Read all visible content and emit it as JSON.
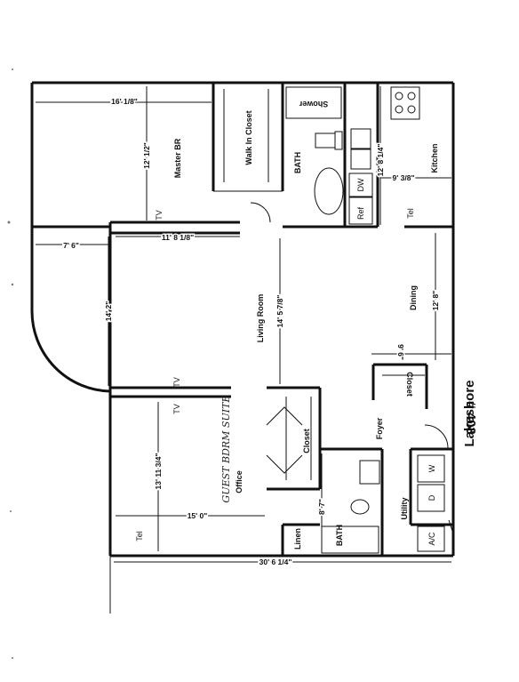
{
  "rooms": {
    "master_br": "Master BR",
    "walk_in_closet": "Walk In Closet",
    "shower": "Shower",
    "bath_1": "BATH",
    "bath_2": "BATH",
    "kitchen": "Kitchen",
    "living_room": "Living Room",
    "dining": "Dining",
    "closet_1": "Closet",
    "closet_2": "Closet",
    "foyer": "Foyer",
    "office": "Office",
    "linen": "Linen",
    "utility": "Utility"
  },
  "appliances": {
    "dishwasher": "DW",
    "refrigerator": "Ref",
    "washer": "W",
    "dryer": "D",
    "air_conditioner": "A/C"
  },
  "outlets": {
    "tv_1": "TV",
    "tv_2": "TV",
    "tv_3": "TV",
    "tel_1": "Tel",
    "tel_2": "Tel"
  },
  "dimensions": {
    "master_width": "16' 1/8\"",
    "master_depth": "12' 1/2\"",
    "hall_width": "7' 6\"",
    "master_lower": "11' 8 1/8\"",
    "middle_span": "14' 2\"",
    "living_room": "14' 5 7/8\"",
    "kitchen_depth": "12' 8 1/4\"",
    "kitchen_width": "9' 3/8\"",
    "dining_width": "12' 8\"",
    "dining_depth": "9' 6\"",
    "office_depth": "13' 11 3/4\"",
    "office_width": "15' 0\"",
    "bath_2": "8' 7\"",
    "overall": "30' 6 1/4\""
  },
  "handwritten_note": "GUEST BDRM SUITE",
  "building": {
    "name": "Lakeshore",
    "unit": "# 403"
  }
}
